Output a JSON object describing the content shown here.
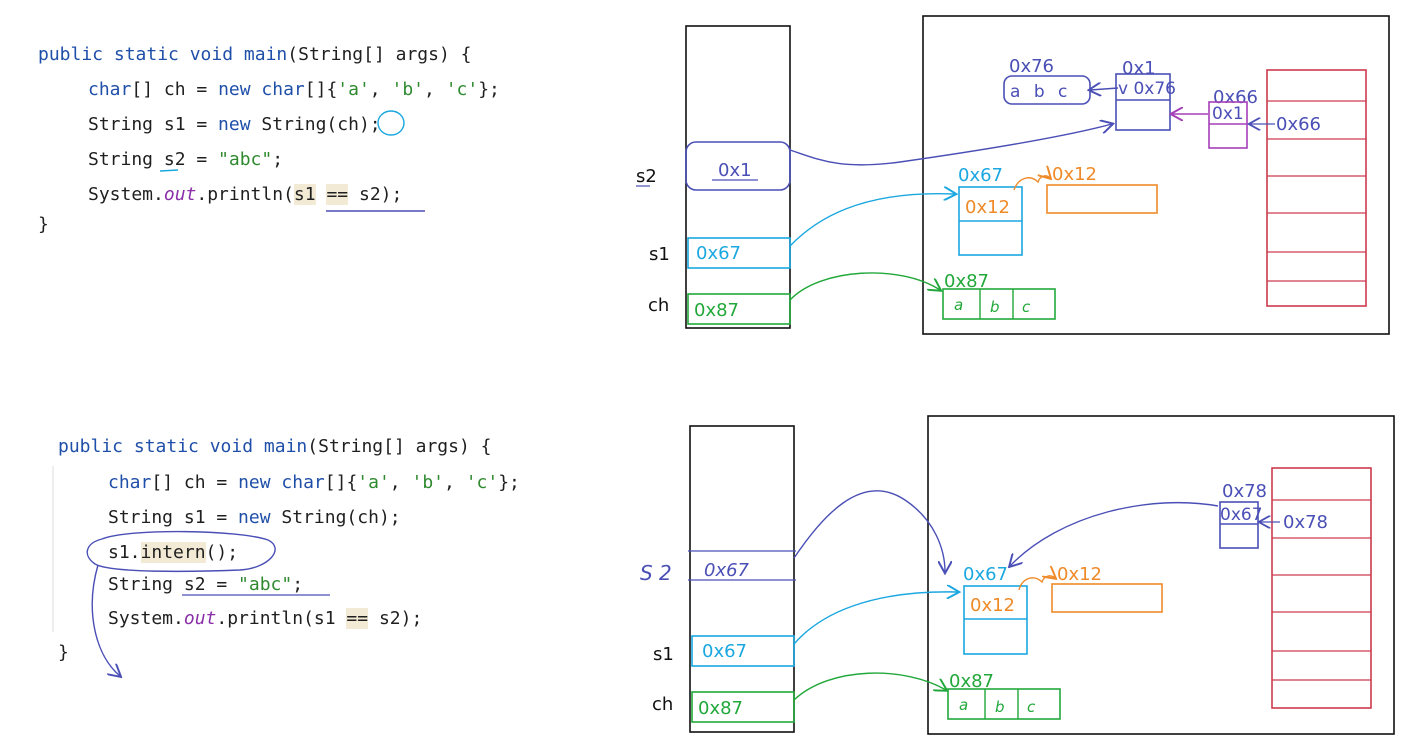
{
  "colors": {
    "blue": "#1ba7e0",
    "green": "#22a83a",
    "orange": "#ef8a28",
    "indigo": "#4a4fb6",
    "purple": "#a53fb8",
    "red": "#cc3a4e",
    "black": "#111111"
  },
  "code1": {
    "line1": {
      "a": "public static void ",
      "b": "main",
      "c": "(String[] args) {"
    },
    "line2": {
      "a": "char",
      "b": "[] ch = ",
      "c": "new char",
      "d": "[]{",
      "e": "'a'",
      "f": ", ",
      "g": "'b'",
      "h": ", ",
      "i": "'c'",
      "j": "};"
    },
    "line3": {
      "a": "String s1 = ",
      "b": "new ",
      "c": "String(ch);"
    },
    "line4": {
      "a": "String s2 = ",
      "b": "\"abc\"",
      "c": ";"
    },
    "line5": {
      "a": "System.",
      "b": "out",
      "c": ".println(",
      "d": "s1",
      "e": " ",
      "f": "==",
      "g": " s2);"
    },
    "line6": "}"
  },
  "code2": {
    "line1": {
      "a": "public static void ",
      "b": "main",
      "c": "(String[] args) {"
    },
    "line2": {
      "a": "char",
      "b": "[] ch = ",
      "c": "new char",
      "d": "[]{",
      "e": "'a'",
      "f": ", ",
      "g": "'b'",
      "h": ", ",
      "i": "'c'",
      "j": "};"
    },
    "line3": {
      "a": "String s1 = ",
      "b": "new ",
      "c": "String(ch);"
    },
    "line4": {
      "a": "s1.",
      "b": "intern",
      "c": "();"
    },
    "line5": {
      "a": "String s2 = ",
      "b": "\"abc\"",
      "c": ";"
    },
    "line6": {
      "a": "System.",
      "b": "out",
      "c": ".println(s1 ",
      "d": "==",
      "e": " s2);"
    },
    "line7": "}"
  },
  "diagram1": {
    "stack_labels": {
      "s2": "s2",
      "s1": "s1",
      "ch": "ch"
    },
    "stack_values": {
      "s2": "0x1",
      "s1": "0x67",
      "ch": "0x87"
    },
    "heap": {
      "s1_addr": "0x67",
      "s1_value": "0x12",
      "value_ref": "0x12",
      "chars_addr": "0x87",
      "chars": [
        "a",
        "b",
        "c"
      ],
      "pool_str_addr": "0x76",
      "pool_chars": "a b c",
      "pool_obj_addr": "0x1",
      "pool_obj_value": "v 0x76",
      "table_entry_addr": "0x66",
      "table_entry_value": "0x1",
      "table_ref": "0x66"
    }
  },
  "diagram2": {
    "stack_labels": {
      "s2": "S 2",
      "s1": "s1",
      "ch": "ch"
    },
    "stack_values": {
      "s2": "0x67",
      "s1": "0x67",
      "ch": "0x87"
    },
    "heap": {
      "s1_addr": "0x67",
      "s1_value": "0x12",
      "value_ref": "0x12",
      "chars_addr": "0x87",
      "chars": [
        "a",
        "b",
        "c"
      ],
      "table_entry_addr": "0x78",
      "table_entry_value": "0x67",
      "table_ref": "0x78"
    }
  }
}
